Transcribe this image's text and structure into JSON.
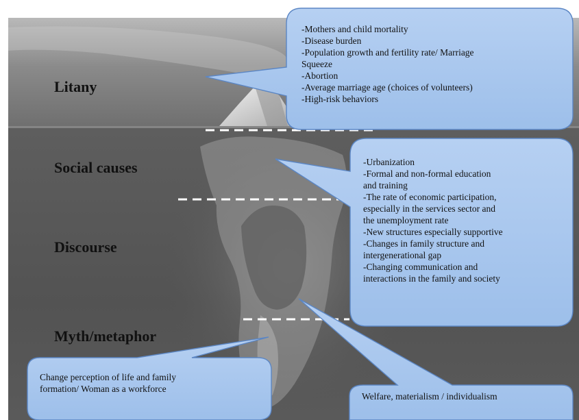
{
  "levels": {
    "litany": "Litany",
    "social_causes": "Social causes",
    "discourse": "Discourse",
    "myth_metaphor": "Myth/metaphor"
  },
  "callouts": {
    "litany": [
      "-Mothers and child mortality",
      "-Disease burden",
      "-Population growth and fertility rate/ Marriage",
      "Squeeze",
      "-Abortion",
      "-Average marriage age (choices of volunteers)",
      "-High-risk behaviors"
    ],
    "social_causes": [
      "-Urbanization",
      "-Formal and non-formal education",
      "and training",
      "-The rate of economic participation,",
      "especially in the services sector and",
      "the unemployment rate",
      "-New structures especially supportive",
      "-Changes in family structure and",
      "intergenerational gap",
      "-Changing communication and",
      "interactions in the family and society"
    ],
    "myth_metaphor": [
      "Change perception of life and family",
      "formation/  Woman as a workforce"
    ],
    "discourse": [
      "Welfare, materialism / individualism"
    ]
  },
  "colors": {
    "sky": "#7d7d7d",
    "water": "#565656",
    "ice": "#c9c9c9",
    "callout_fill": "#a9c7ee",
    "callout_stroke": "#5b86c4",
    "dash": "#ffffff"
  }
}
